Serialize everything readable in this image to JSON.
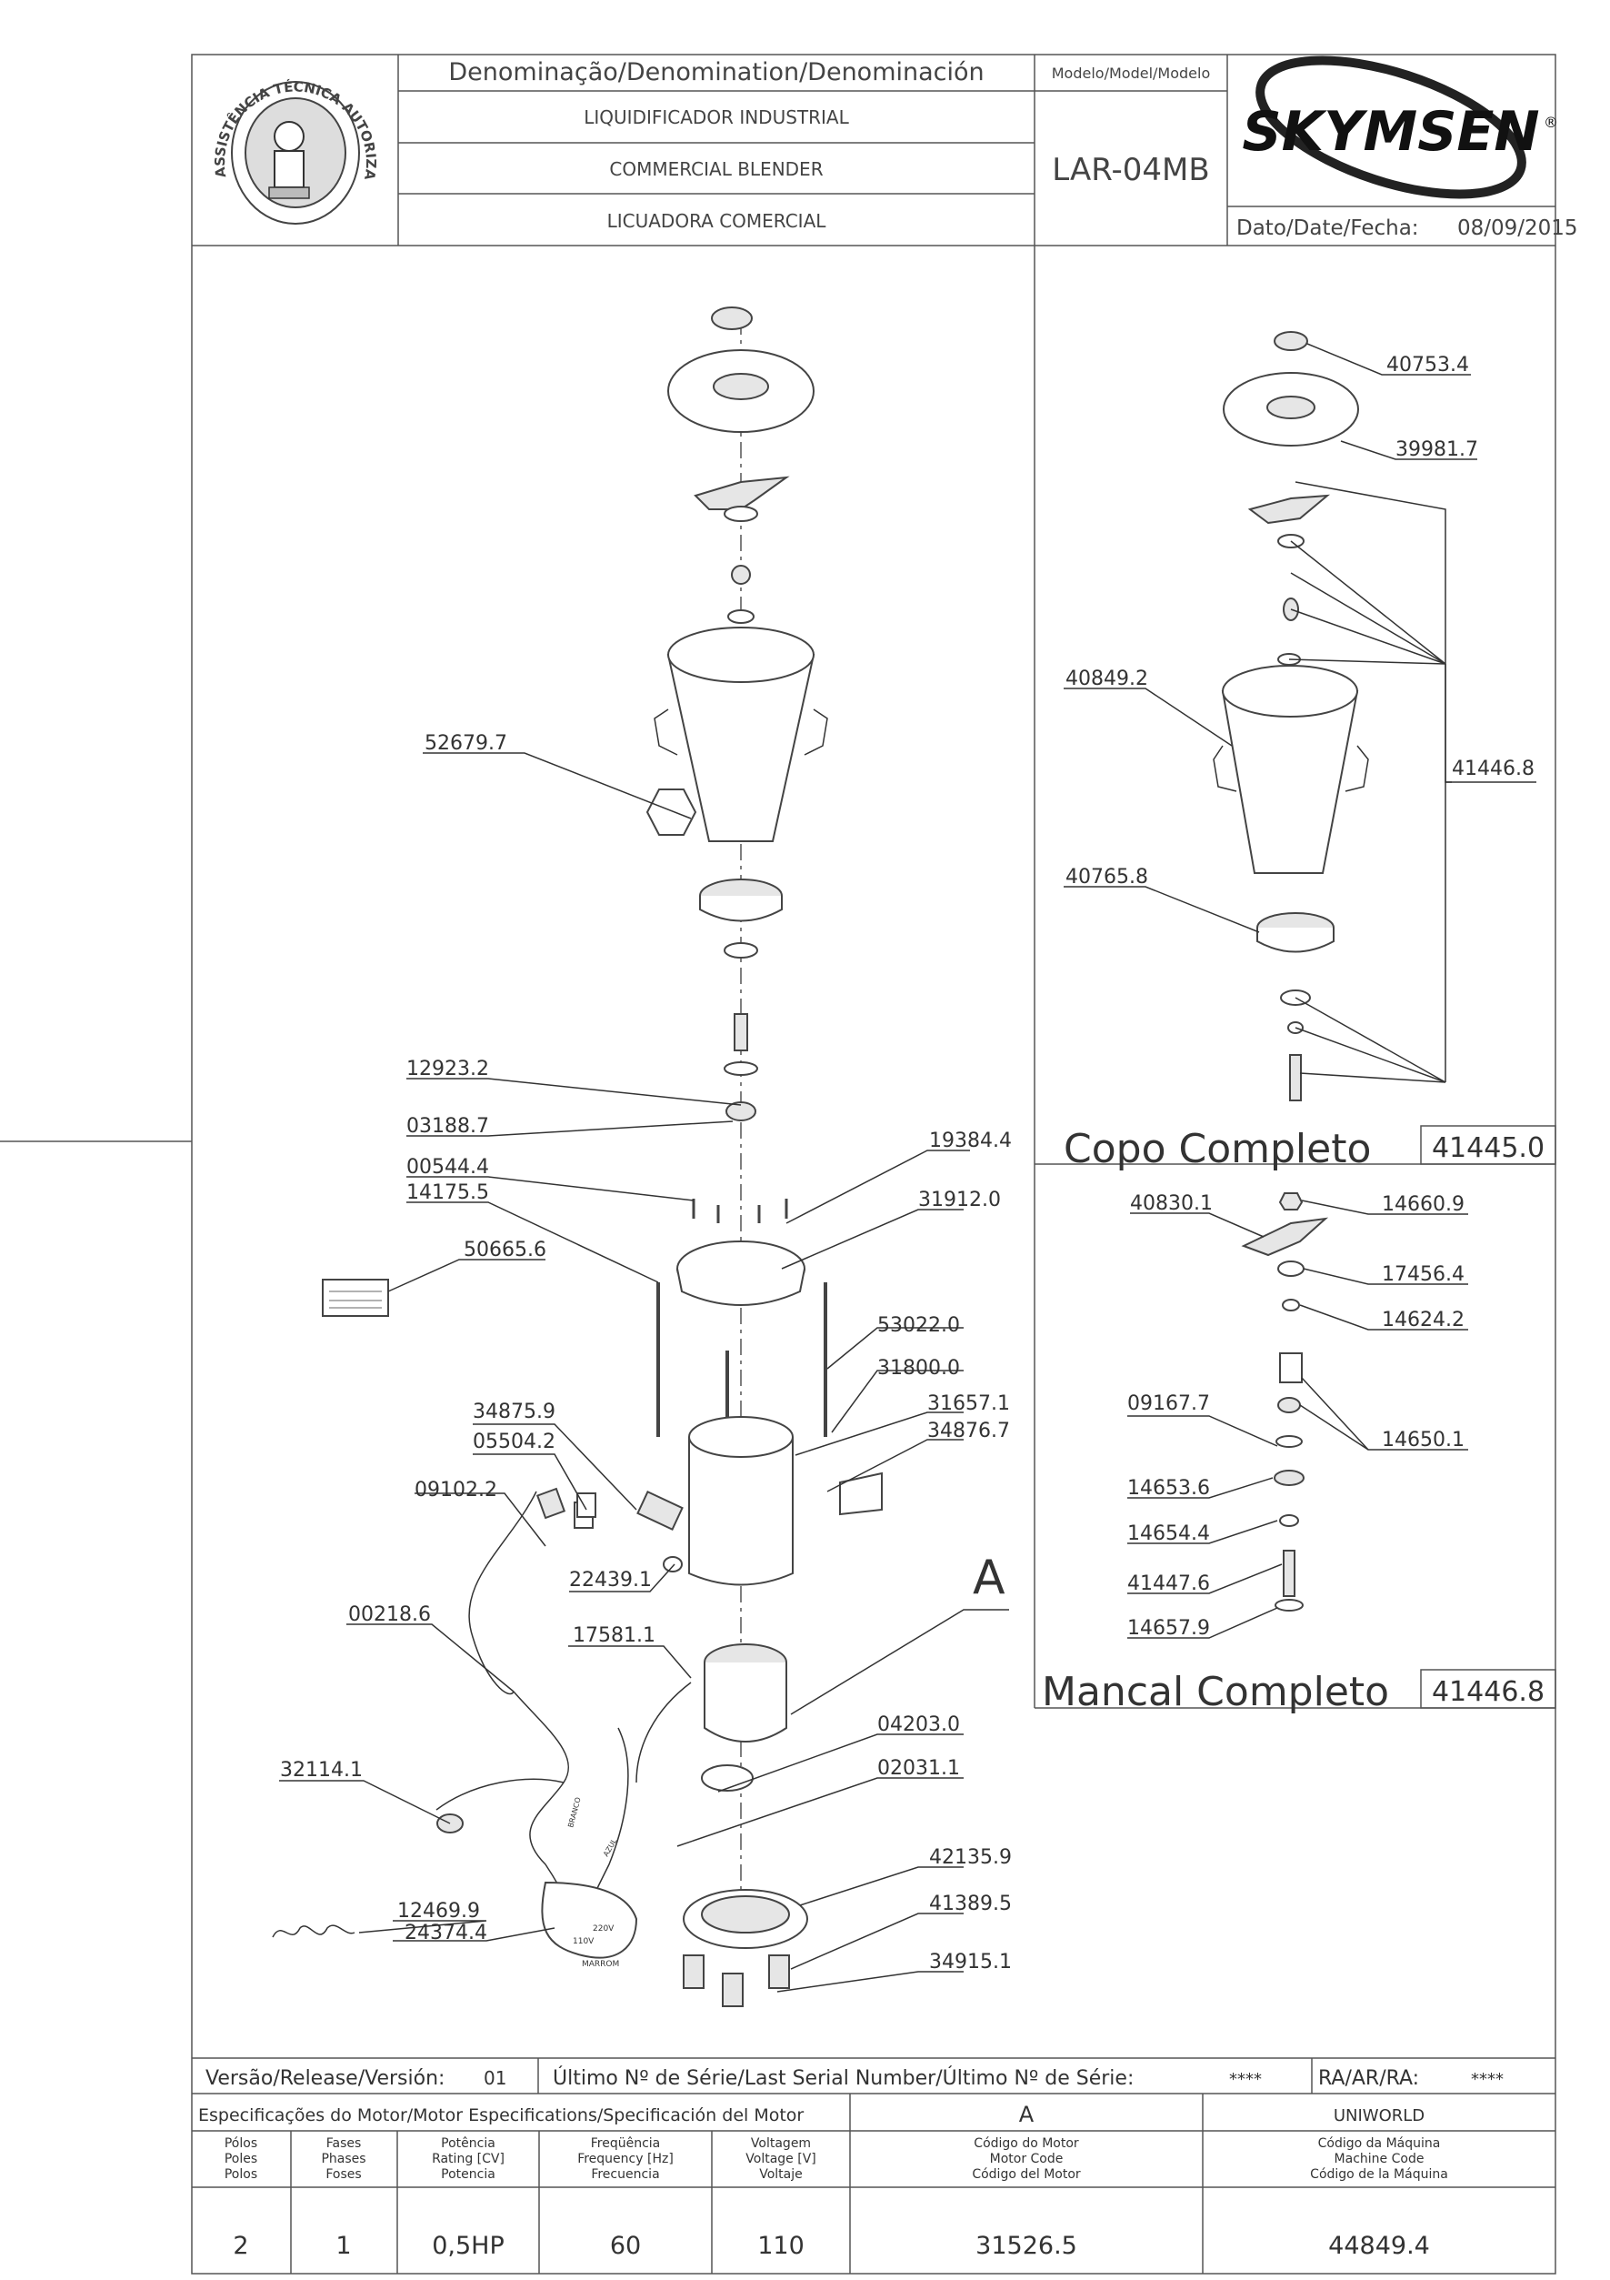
{
  "header": {
    "denomination_title": "Denominação/Denomination/Denominación",
    "name_pt": "LIQUIDIFICADOR INDUSTRIAL",
    "name_en": "COMMERCIAL BLENDER",
    "name_es": "LICUADORA COMERCIAL",
    "model_title": "Modelo/Model/Modelo",
    "model_value": "LAR-04MB",
    "brand": "SKYMSEN",
    "brand_mark": "®",
    "date_label": "Dato/Date/Fecha:",
    "date_value": "08/09/2015",
    "seal_text": "ASSISTÊNCIA TÉCNICA AUTORIZADA"
  },
  "main_parts": [
    {
      "code": "52679.7"
    },
    {
      "code": "12923.2"
    },
    {
      "code": "03188.7"
    },
    {
      "code": "00544.4"
    },
    {
      "code": "14175.5"
    },
    {
      "code": "50665.6"
    },
    {
      "code": "19384.4"
    },
    {
      "code": "31912.0"
    },
    {
      "code": "53022.0"
    },
    {
      "code": "31800.0"
    },
    {
      "code": "31657.1"
    },
    {
      "code": "34876.7"
    },
    {
      "code": "34875.9"
    },
    {
      "code": "05504.2"
    },
    {
      "code": "09102.2"
    },
    {
      "code": "22439.1"
    },
    {
      "code": "00218.6"
    },
    {
      "code": "17581.1"
    },
    {
      "code": "04203.0"
    },
    {
      "code": "02031.1"
    },
    {
      "code": "32114.1"
    },
    {
      "code": "42135.9"
    },
    {
      "code": "41389.5"
    },
    {
      "code": "34915.1"
    },
    {
      "code": "12469.9"
    },
    {
      "code": "24374.4"
    }
  ],
  "motor_callout": "A",
  "copo": {
    "title": "Copo Completo",
    "code": "41445.0",
    "parts": [
      {
        "code": "40753.4"
      },
      {
        "code": "39981.7"
      },
      {
        "code": "40849.2"
      },
      {
        "code": "41446.8"
      },
      {
        "code": "40765.8"
      }
    ]
  },
  "mancal": {
    "title": "Mancal Completo",
    "code": "41446.8",
    "parts": [
      {
        "code": "40830.1"
      },
      {
        "code": "14660.9"
      },
      {
        "code": "17456.4"
      },
      {
        "code": "14624.2"
      },
      {
        "code": "09167.7"
      },
      {
        "code": "14650.1"
      },
      {
        "code": "14653.6"
      },
      {
        "code": "14654.4"
      },
      {
        "code": "41447.6"
      },
      {
        "code": "14657.9"
      }
    ]
  },
  "footer": {
    "version_label": "Versão/Release/Versión:",
    "version_value": "01",
    "serial_label": "Último Nº de Série/Last Serial Number/Último Nº de Série:",
    "serial_value": "****",
    "ra_label": "RA/AR/RA:",
    "ra_value": "****",
    "motor_spec_title": "Especificações do Motor/Motor Especifications/Specificación del Motor",
    "motor_letter": "A",
    "manufacturer": "UNIWORLD",
    "columns": [
      {
        "l1": "Pólos",
        "l2": "Poles",
        "l3": "Polos",
        "value": "2"
      },
      {
        "l1": "Fases",
        "l2": "Phases",
        "l3": "Foses",
        "value": "1"
      },
      {
        "l1": "Potência",
        "l2": "Rating [CV]",
        "l3": "Potencia",
        "value": "0,5HP"
      },
      {
        "l1": "Freqüência",
        "l2": "Frequency [Hz]",
        "l3": "Frecuencia",
        "value": "60"
      },
      {
        "l1": "Voltagem",
        "l2": "Voltage [V]",
        "l3": "Voltaje",
        "value": "110"
      },
      {
        "l1": "Código do Motor",
        "l2": "Motor Code",
        "l3": "Código del Motor",
        "value": "31526.5"
      },
      {
        "l1": "Código da Máquina",
        "l2": "Machine Code",
        "l3": "Código de la Máquina",
        "value": "44849.4"
      }
    ]
  },
  "wiring_marks": [
    "110V",
    "220V",
    "MARROM",
    "AZUL",
    "BRANCO"
  ]
}
